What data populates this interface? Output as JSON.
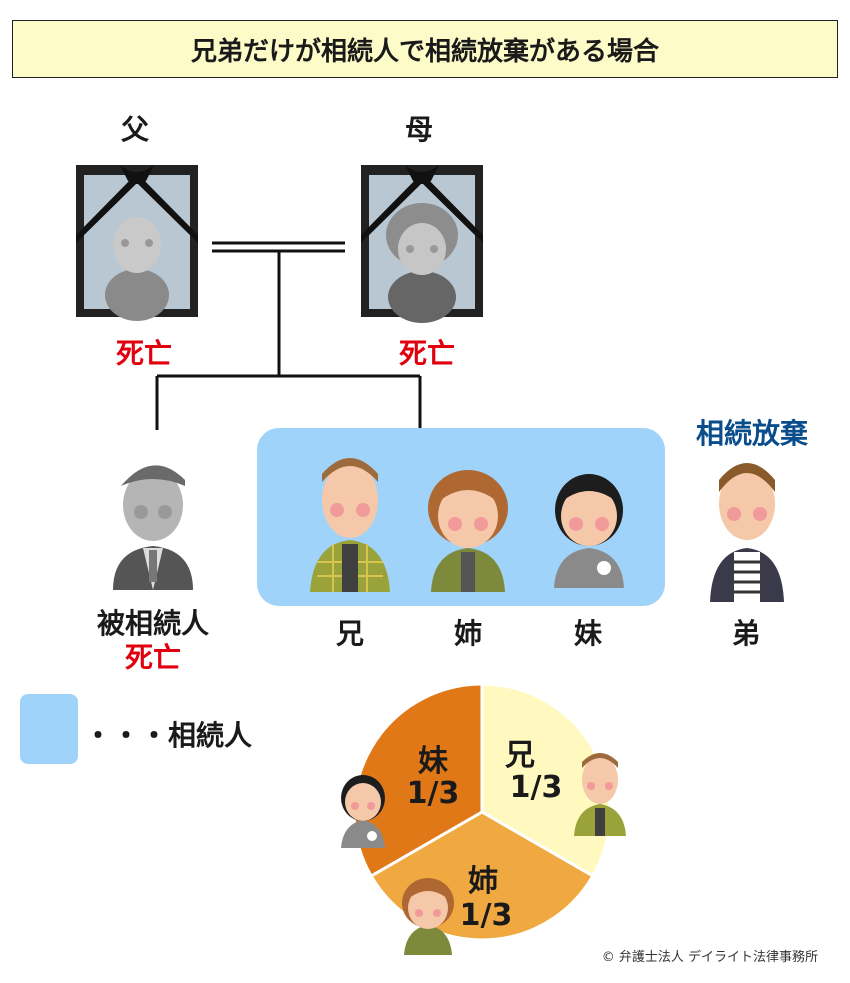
{
  "title": "兄弟だけが相続人で相続放棄がある場合",
  "father": {
    "label": "父",
    "status": "死亡"
  },
  "mother": {
    "label": "母",
    "status": "死亡"
  },
  "decedent": {
    "label": "被相続人",
    "status": "死亡"
  },
  "heirs": [
    {
      "label": "兄"
    },
    {
      "label": "姉"
    },
    {
      "label": "妹"
    }
  ],
  "renouncer": {
    "label": "弟",
    "note": "相続放棄"
  },
  "legend": {
    "text": "・・・相続人",
    "color": "#9fd3f9"
  },
  "chart_data": {
    "type": "pie",
    "slices": [
      {
        "label": "兄",
        "value_text": "1/3",
        "value": 0.3333,
        "color": "#fff9c0"
      },
      {
        "label": "姉",
        "value_text": "1/3",
        "value": 0.3333,
        "color": "#f0a940"
      },
      {
        "label": "妹",
        "value_text": "1/3",
        "value": 0.3333,
        "color": "#e07818"
      }
    ]
  },
  "copyright": "© 弁護士法人 デイライト法律事務所",
  "colors": {
    "deceased": "#e2000f",
    "renounce": "#0a4d8c",
    "title_bg": "#fdfbc8"
  }
}
